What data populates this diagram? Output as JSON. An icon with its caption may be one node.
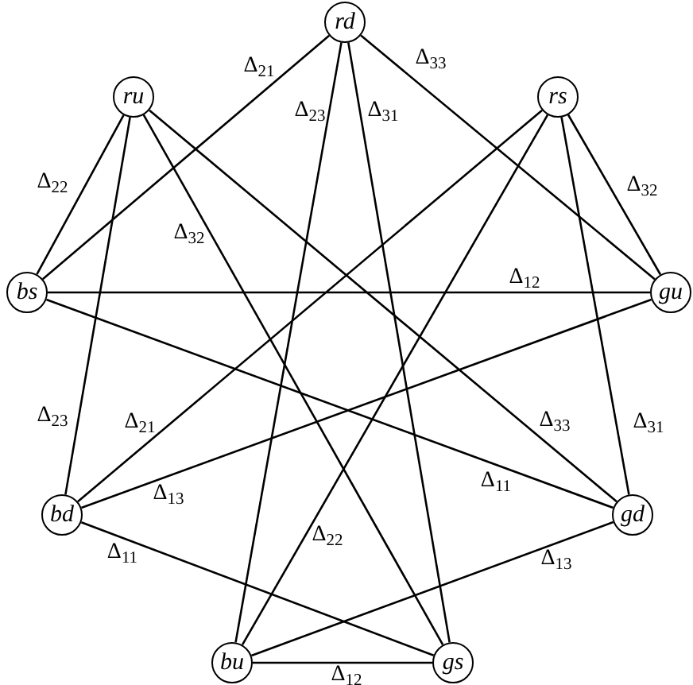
{
  "diagram": {
    "nodes": [
      {
        "text": [
          "rd"
        ]
      },
      {
        "text": [
          "ru"
        ]
      },
      {
        "text": [
          "rs"
        ]
      },
      {
        "text": [
          "bs"
        ]
      },
      {
        "text": [
          "gu"
        ]
      },
      {
        "text": [
          "bd"
        ]
      },
      {
        "text": [
          "gd"
        ]
      },
      {
        "text": [
          "bu"
        ]
      },
      {
        "text": [
          "gs"
        ]
      }
    ],
    "edges": [
      {
        "from": 0,
        "to": 3,
        "arrow": "none",
        "label": "Δ$_{21}$"
      },
      {
        "from": 0,
        "to": 7,
        "arrow": "none",
        "label": "Δ$_{23}$"
      },
      {
        "from": 0,
        "to": 8,
        "arrow": "none",
        "label": "Δ$_{31}$"
      },
      {
        "from": 0,
        "to": 4,
        "arrow": "none",
        "label": "Δ$_{33}$"
      },
      {
        "from": 1,
        "to": 3,
        "arrow": "none",
        "label": "Δ$_{22}$"
      },
      {
        "from": 1,
        "to": 5,
        "arrow": "none",
        "label": "Δ$_{23}$"
      },
      {
        "from": 1,
        "to": 8,
        "arrow": "none",
        "label": "Δ$_{32}$"
      },
      {
        "from": 1,
        "to": 6,
        "arrow": "none",
        "label": "Δ$_{33}$"
      },
      {
        "from": 2,
        "to": 5,
        "arrow": "none",
        "label": "Δ$_{21}$"
      },
      {
        "from": 2,
        "to": 7,
        "arrow": "none",
        "label": "Δ$_{22}$"
      },
      {
        "from": 2,
        "to": 6,
        "arrow": "none",
        "label": "Δ$_{31}$"
      },
      {
        "from": 2,
        "to": 4,
        "arrow": "none",
        "label": "Δ$_{32}$"
      },
      {
        "from": 3,
        "to": 4,
        "arrow": "none",
        "label": "Δ$_{12}$"
      },
      {
        "from": 3,
        "to": 6,
        "arrow": "none",
        "label": "Δ$_{11}$"
      },
      {
        "from": 4,
        "to": 5,
        "arrow": "none",
        "label": "Δ$_{13}$"
      },
      {
        "from": 5,
        "to": 8,
        "arrow": "none",
        "label": "Δ$_{11}$"
      },
      {
        "from": 6,
        "to": 7,
        "arrow": "none",
        "label": "Δ$_{13}$"
      },
      {
        "from": 7,
        "to": 8,
        "arrow": "none",
        "label": "Δ$_{12}$"
      }
    ]
  }
}
